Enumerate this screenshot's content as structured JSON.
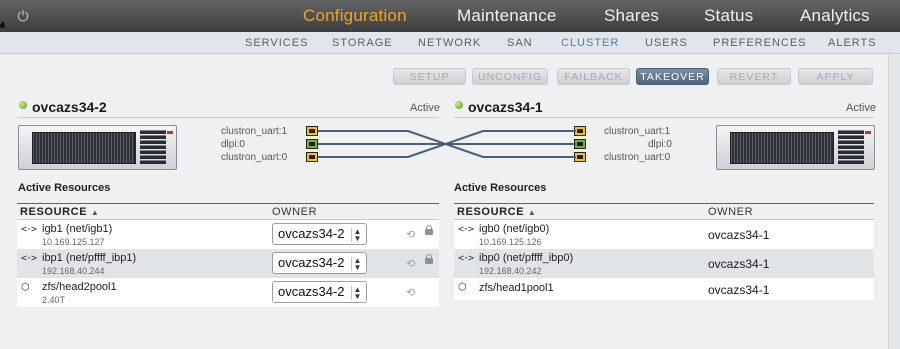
{
  "nav": {
    "tabs": [
      {
        "label": "Configuration",
        "active": true
      },
      {
        "label": "Maintenance",
        "active": false
      },
      {
        "label": "Shares",
        "active": false
      },
      {
        "label": "Status",
        "active": false
      },
      {
        "label": "Analytics",
        "active": false
      }
    ],
    "subtabs": [
      {
        "label": "SERVICES",
        "active": false
      },
      {
        "label": "STORAGE",
        "active": false
      },
      {
        "label": "NETWORK",
        "active": false
      },
      {
        "label": "SAN",
        "active": false
      },
      {
        "label": "CLUSTER",
        "active": true
      },
      {
        "label": "USERS",
        "active": false
      },
      {
        "label": "PREFERENCES",
        "active": false
      },
      {
        "label": "ALERTS",
        "active": false
      }
    ],
    "power_icon": "power-icon",
    "active_color": "#f0a424",
    "subtab_active_color": "#4a7fb5"
  },
  "actions": {
    "setup": "SETUP",
    "unconfig": "UNCONFIG",
    "failback": "FAILBACK",
    "takeover": "TAKEOVER",
    "revert": "REVERT",
    "apply": "APPLY"
  },
  "left_head": {
    "name": "ovcazs34-2",
    "state": "Active",
    "ports": [
      "clustron_uart:1",
      "dlpi:0",
      "clustron_uart:0"
    ],
    "resources_title": "Active Resources",
    "col_resource": "RESOURCE",
    "sort_indicator": "▲",
    "col_owner": "OWNER",
    "resources": [
      {
        "name": "igb1 (net/igb1)",
        "detail": "10.169.125.127",
        "owner": "ovcazs34-2",
        "icon": "network-link-icon"
      },
      {
        "name": "ibp1 (net/pffff_ibp1)",
        "detail": "192.168.40.244",
        "owner": "ovcazs34-2",
        "icon": "network-link-icon"
      },
      {
        "name": "zfs/head2pool1",
        "detail": "2.40T",
        "owner": "ovcazs34-2",
        "icon": "storage-pool-icon"
      }
    ]
  },
  "right_head": {
    "name": "ovcazs34-1",
    "state": "Active",
    "ports": [
      "clustron_uart:1",
      "dlpi:0",
      "clustron_uart:0"
    ],
    "resources_title": "Active Resources",
    "col_resource": "RESOURCE",
    "sort_indicator": "▲",
    "col_owner": "OWNER",
    "resources": [
      {
        "name": "igb0 (net/igb0)",
        "detail": "10.169.125.126",
        "owner": "ovcazs34-1",
        "icon": "network-link-icon"
      },
      {
        "name": "ibp0 (net/pffff_ibp0)",
        "detail": "192.168.40.242",
        "owner": "ovcazs34-1",
        "icon": "network-link-icon"
      },
      {
        "name": "zfs/head1pool1",
        "detail": "",
        "owner": "ovcazs34-1",
        "icon": "storage-pool-icon"
      }
    ]
  }
}
